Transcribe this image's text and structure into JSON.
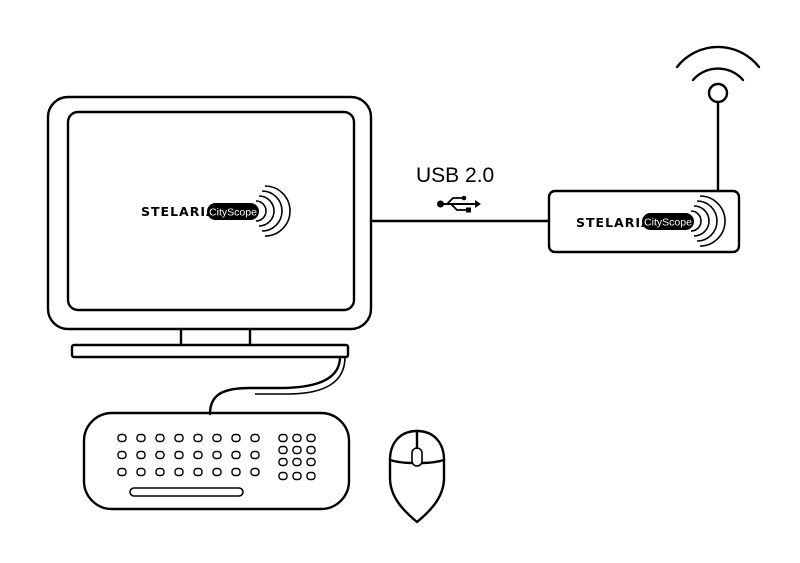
{
  "connection": {
    "label": "USB 2.0",
    "icon": "usb-icon"
  },
  "computer": {
    "brand": {
      "name": "STELARIA",
      "product": "CityScope"
    }
  },
  "receiver": {
    "brand": {
      "name": "STELARIA",
      "product": "CityScope"
    },
    "icon": "antenna-icon"
  },
  "peripherals": {
    "keyboard_icon": "keyboard-icon",
    "mouse_icon": "mouse-icon"
  }
}
